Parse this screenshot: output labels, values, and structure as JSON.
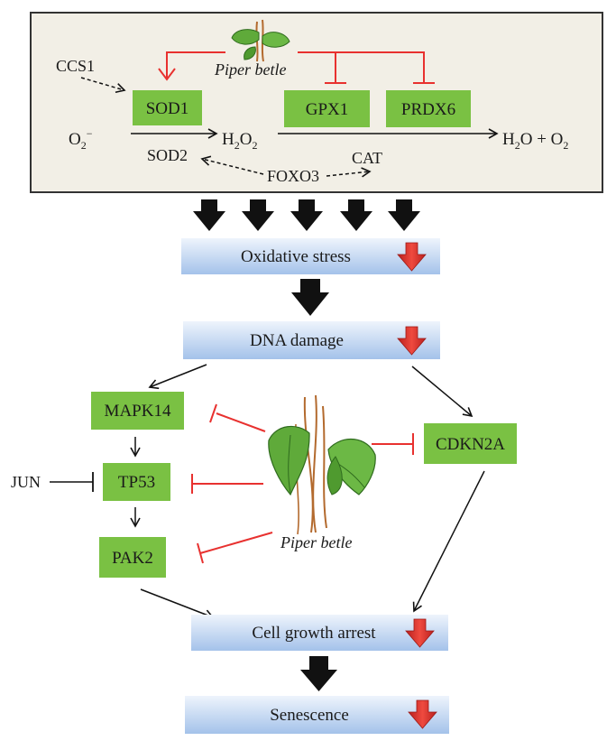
{
  "colors": {
    "panel_bg": "#f2efe6",
    "panel_border": "#333333",
    "gene_box": "#7ac143",
    "inhibit": "#e8312f",
    "arrow": "#111111",
    "stage_top": "#e9f1fb",
    "stage_bottom": "#a9c5ea",
    "down_arrow": "#d9302c",
    "leaf": "#5faa3a",
    "stem": "#b36a2e"
  },
  "top_panel": {
    "plant_label": "Piper betle",
    "genes": {
      "sod1": "SOD1",
      "gpx1": "GPX1",
      "prdx6": "PRDX6"
    },
    "ccs1": "CCS1",
    "superoxide": {
      "base": "O",
      "sub": "2",
      "sup": "−"
    },
    "hydrogen_peroxide": {
      "h": "H",
      "h_sub": "2",
      "o": "O",
      "o_sub": "2"
    },
    "products": {
      "h2o": "H",
      "h2o_sub": "2",
      "h2o_o": "O + O",
      "o2_sub": "2"
    },
    "sod2": "SOD2",
    "foxo3": "FOXO3",
    "cat": "CAT"
  },
  "stages": {
    "oxidative_stress": "Oxidative stress",
    "dna_damage": "DNA damage",
    "cell_growth_arrest": "Cell growth arrest",
    "senescence": "Senescence"
  },
  "pathway": {
    "mapk14": "MAPK14",
    "tp53": "TP53",
    "pak2": "PAK2",
    "cdkn2a": "CDKN2A",
    "jun": "JUN",
    "plant_label": "Piper betle"
  },
  "icons": {
    "black_arrow": "down-block-arrow-icon",
    "red_arrow": "decrease-arrow-icon",
    "plant": "piper-betle-plant-icon"
  }
}
